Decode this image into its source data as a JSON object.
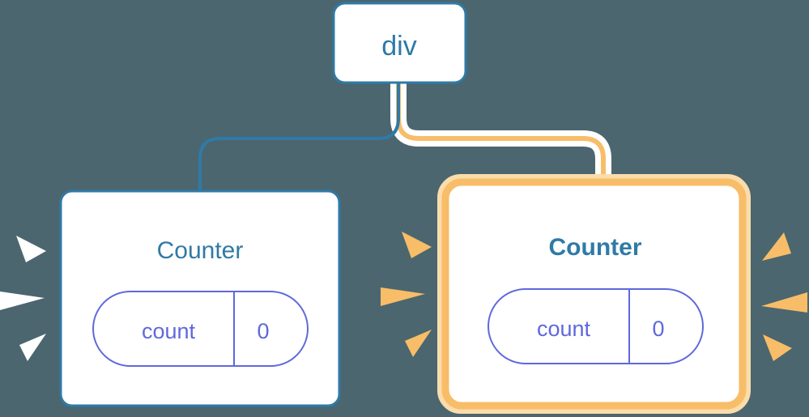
{
  "diagram": {
    "title_node": {
      "label": "div"
    },
    "background_color": "#4b666f",
    "nodes": [
      {
        "id": "counter-left",
        "label": "Counter",
        "highlighted": false,
        "border_color": "#2f7aa6",
        "prop": {
          "name": "count",
          "value": "0"
        },
        "sparkle_color": "#ffffff",
        "sparkle_label": "white-burst"
      },
      {
        "id": "counter-right",
        "label": "Counter",
        "highlighted": true,
        "border_color": "#f8bd68",
        "prop": {
          "name": "count",
          "value": "0"
        },
        "sparkle_color": "#f8bd68",
        "sparkle_label": "orange-burst"
      }
    ],
    "edges": [
      {
        "id": "edge-left",
        "from": "div",
        "to": "counter-left",
        "color": "#2f7aa6",
        "highlighted": false
      },
      {
        "id": "edge-right",
        "from": "div",
        "to": "counter-right",
        "color": "#f8bd68",
        "highlighted": true
      }
    ],
    "colors": {
      "background": "#4b666f",
      "blue": "#2f7aa6",
      "orange": "#f8bd68",
      "orange_halo": "#fbdcab",
      "purple": "#5f68dd",
      "card": "#ffffff"
    }
  }
}
